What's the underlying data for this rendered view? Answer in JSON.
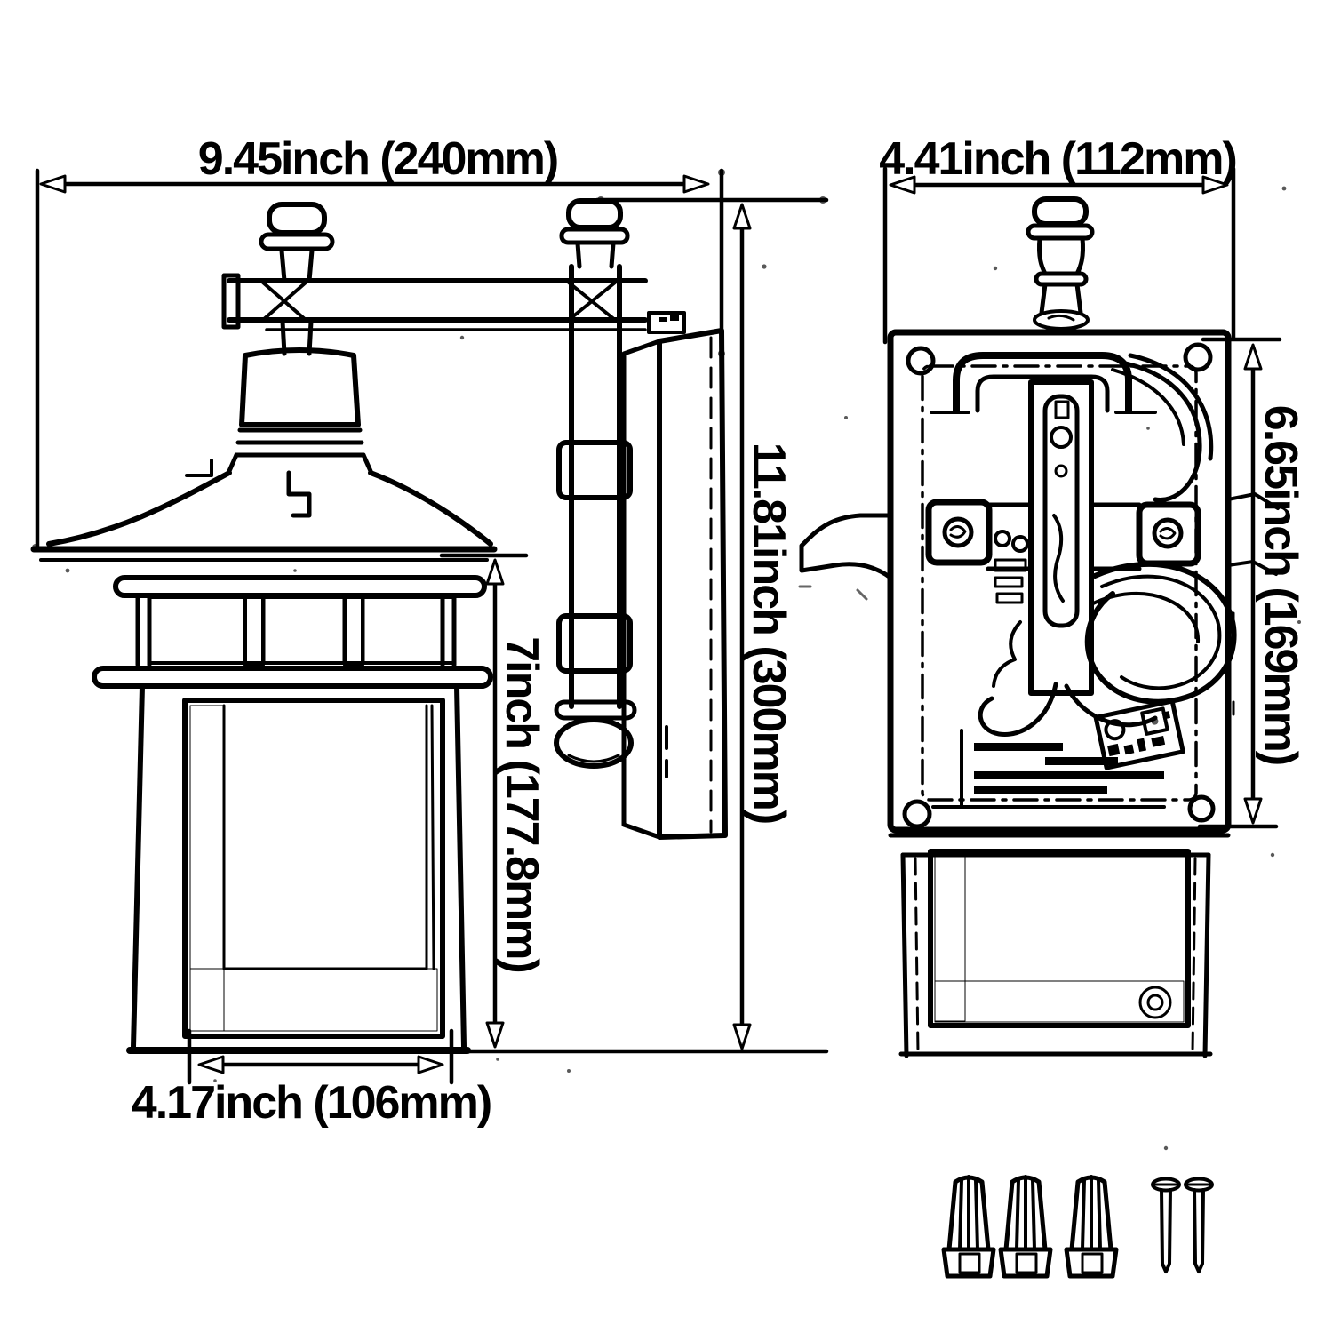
{
  "page": {
    "background_color": "#ffffff",
    "line_color": "#000000",
    "description_kind": "product dimension line drawing of outdoor wall lantern"
  },
  "dimensions": {
    "overall_width": {
      "label": "9.45inch (240mm)"
    },
    "overall_height": {
      "label": "11.81inch (300mm)"
    },
    "lantern_height": {
      "label": "7inch (177.8mm)"
    },
    "lantern_width": {
      "label": "4.17inch (106mm)"
    },
    "backplate_width": {
      "label": "4.41inch (112mm)"
    },
    "backplate_height": {
      "label": "6.65inch (169mm)"
    }
  },
  "hardware": {
    "wire_nut_count": 3,
    "screw_count": 2
  }
}
